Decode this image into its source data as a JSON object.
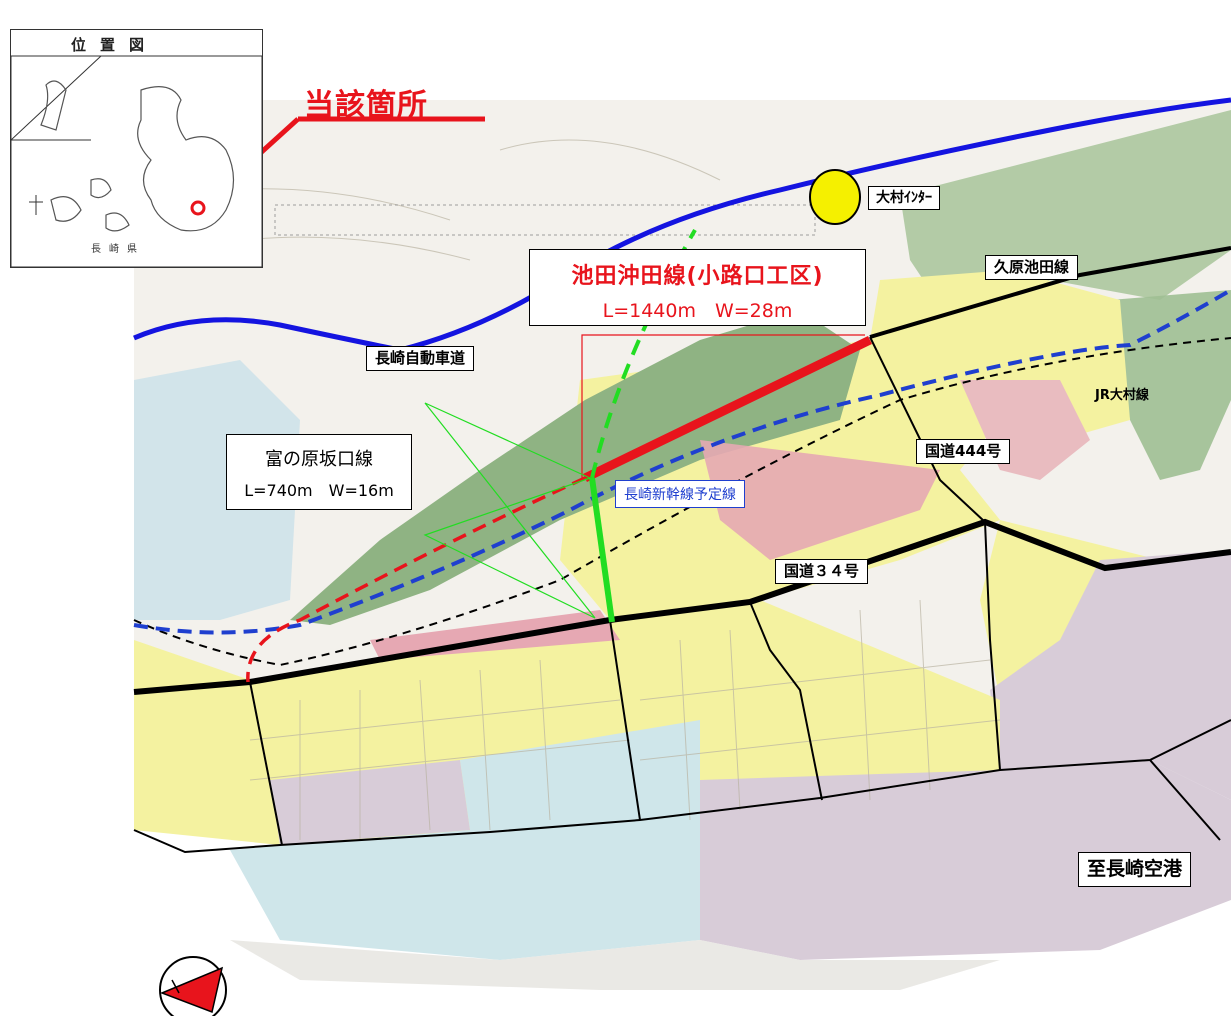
{
  "callout": {
    "text": "当該箇所"
  },
  "inset": {
    "title": "位置図",
    "prefecture": "長崎県"
  },
  "labels": {
    "interchange": "大村ｲﾝﾀｰ",
    "kuhara_ikeda": "久原池田線",
    "jr_omura": "JR大村線",
    "expressway": "長崎自動車道",
    "route444": "国道444号",
    "route34": "国道３４号",
    "to_airport": "至長崎空港",
    "shinkansen": "長崎新幹線予定線"
  },
  "ikeda_okita": {
    "name": "池田沖田線(小路口工区)",
    "spec": "L=1440m　W=28m"
  },
  "tominohara": {
    "name": "富の原坂口線",
    "spec": "L=740m　W=16m"
  },
  "colors": {
    "highlight": "#e8141c",
    "expressway": "#1414e0",
    "planned_road": "#22dd22",
    "road": "#000000",
    "interchange_marker": "#f5f000",
    "zone_yellow": "#f4f2a0",
    "zone_green": "#a7c49a",
    "zone_pink": "#e6b2c0",
    "zone_lilac": "#d8ccd8",
    "zone_cyan": "#cfe6ea"
  },
  "icons": [
    "north-arrow-icon",
    "interchange-marker-icon",
    "location-dot-icon"
  ]
}
